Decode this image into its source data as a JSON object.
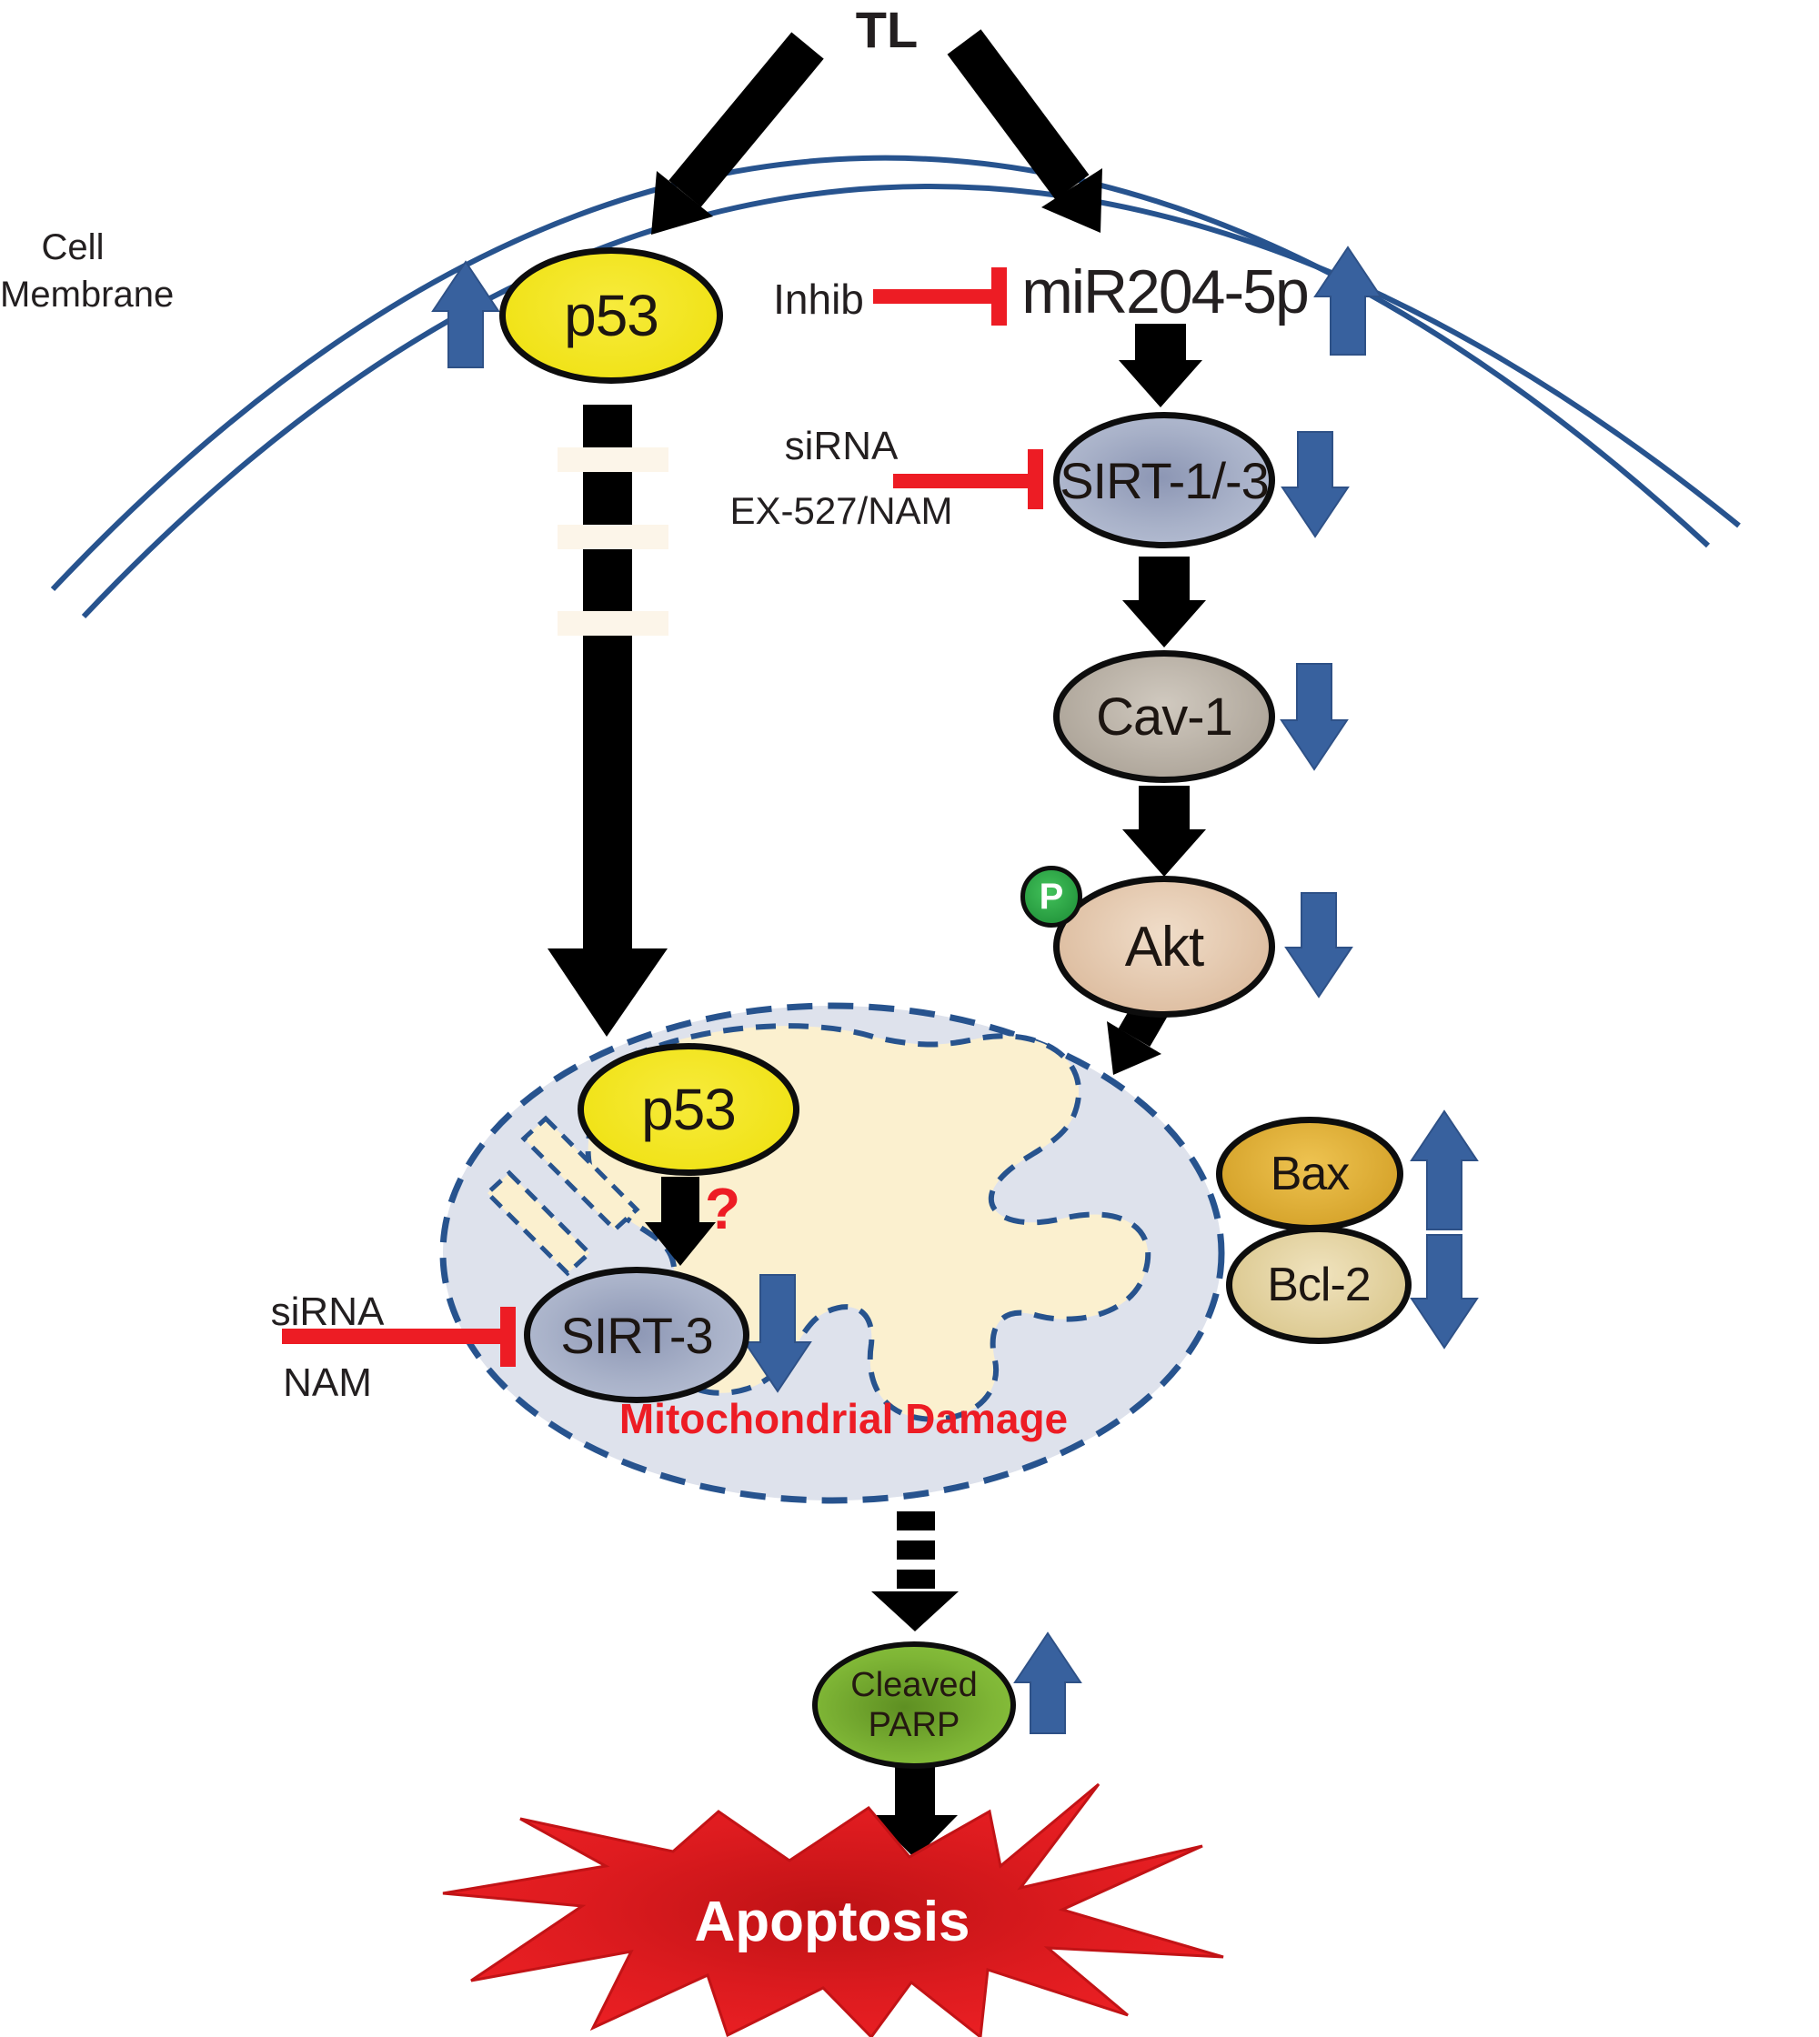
{
  "figure": {
    "stimulus": "TL",
    "membrane_label": {
      "line1": "Cell",
      "line2": "Membrane"
    },
    "nodes": {
      "p53_membrane": "p53",
      "mir204": "miR204-5p",
      "sirt13": "SIRT-1/-3",
      "cav1": "Cav-1",
      "akt": "Akt",
      "phospho_badge": "P",
      "p53_mito": "p53",
      "sirt3": "SIRT-3",
      "bax": "Bax",
      "bcl2": "Bcl-2",
      "cleaved_parp": {
        "line1": "Cleaved",
        "line2": "PARP"
      },
      "apoptosis": "Apoptosis"
    },
    "inhibitors": {
      "inhib": "Inhib",
      "sirna_ex527": {
        "line1": "siRNA",
        "line2": "EX-527/NAM"
      },
      "sirna_nam": {
        "line1": "siRNA",
        "line2": "NAM"
      }
    },
    "annotations": {
      "mitochondrial_damage": "Mitochondrial Damage",
      "uncertain_link": "?"
    },
    "colors": {
      "regulation_arrow_blue": "#38619E",
      "membrane_blue": "#27538E",
      "inhibition_red": "#ED1C24",
      "p53_yellow": "#F2E41F",
      "apoptosis_red": "#DD1B1F",
      "parp_green": "#8DC63F"
    }
  }
}
